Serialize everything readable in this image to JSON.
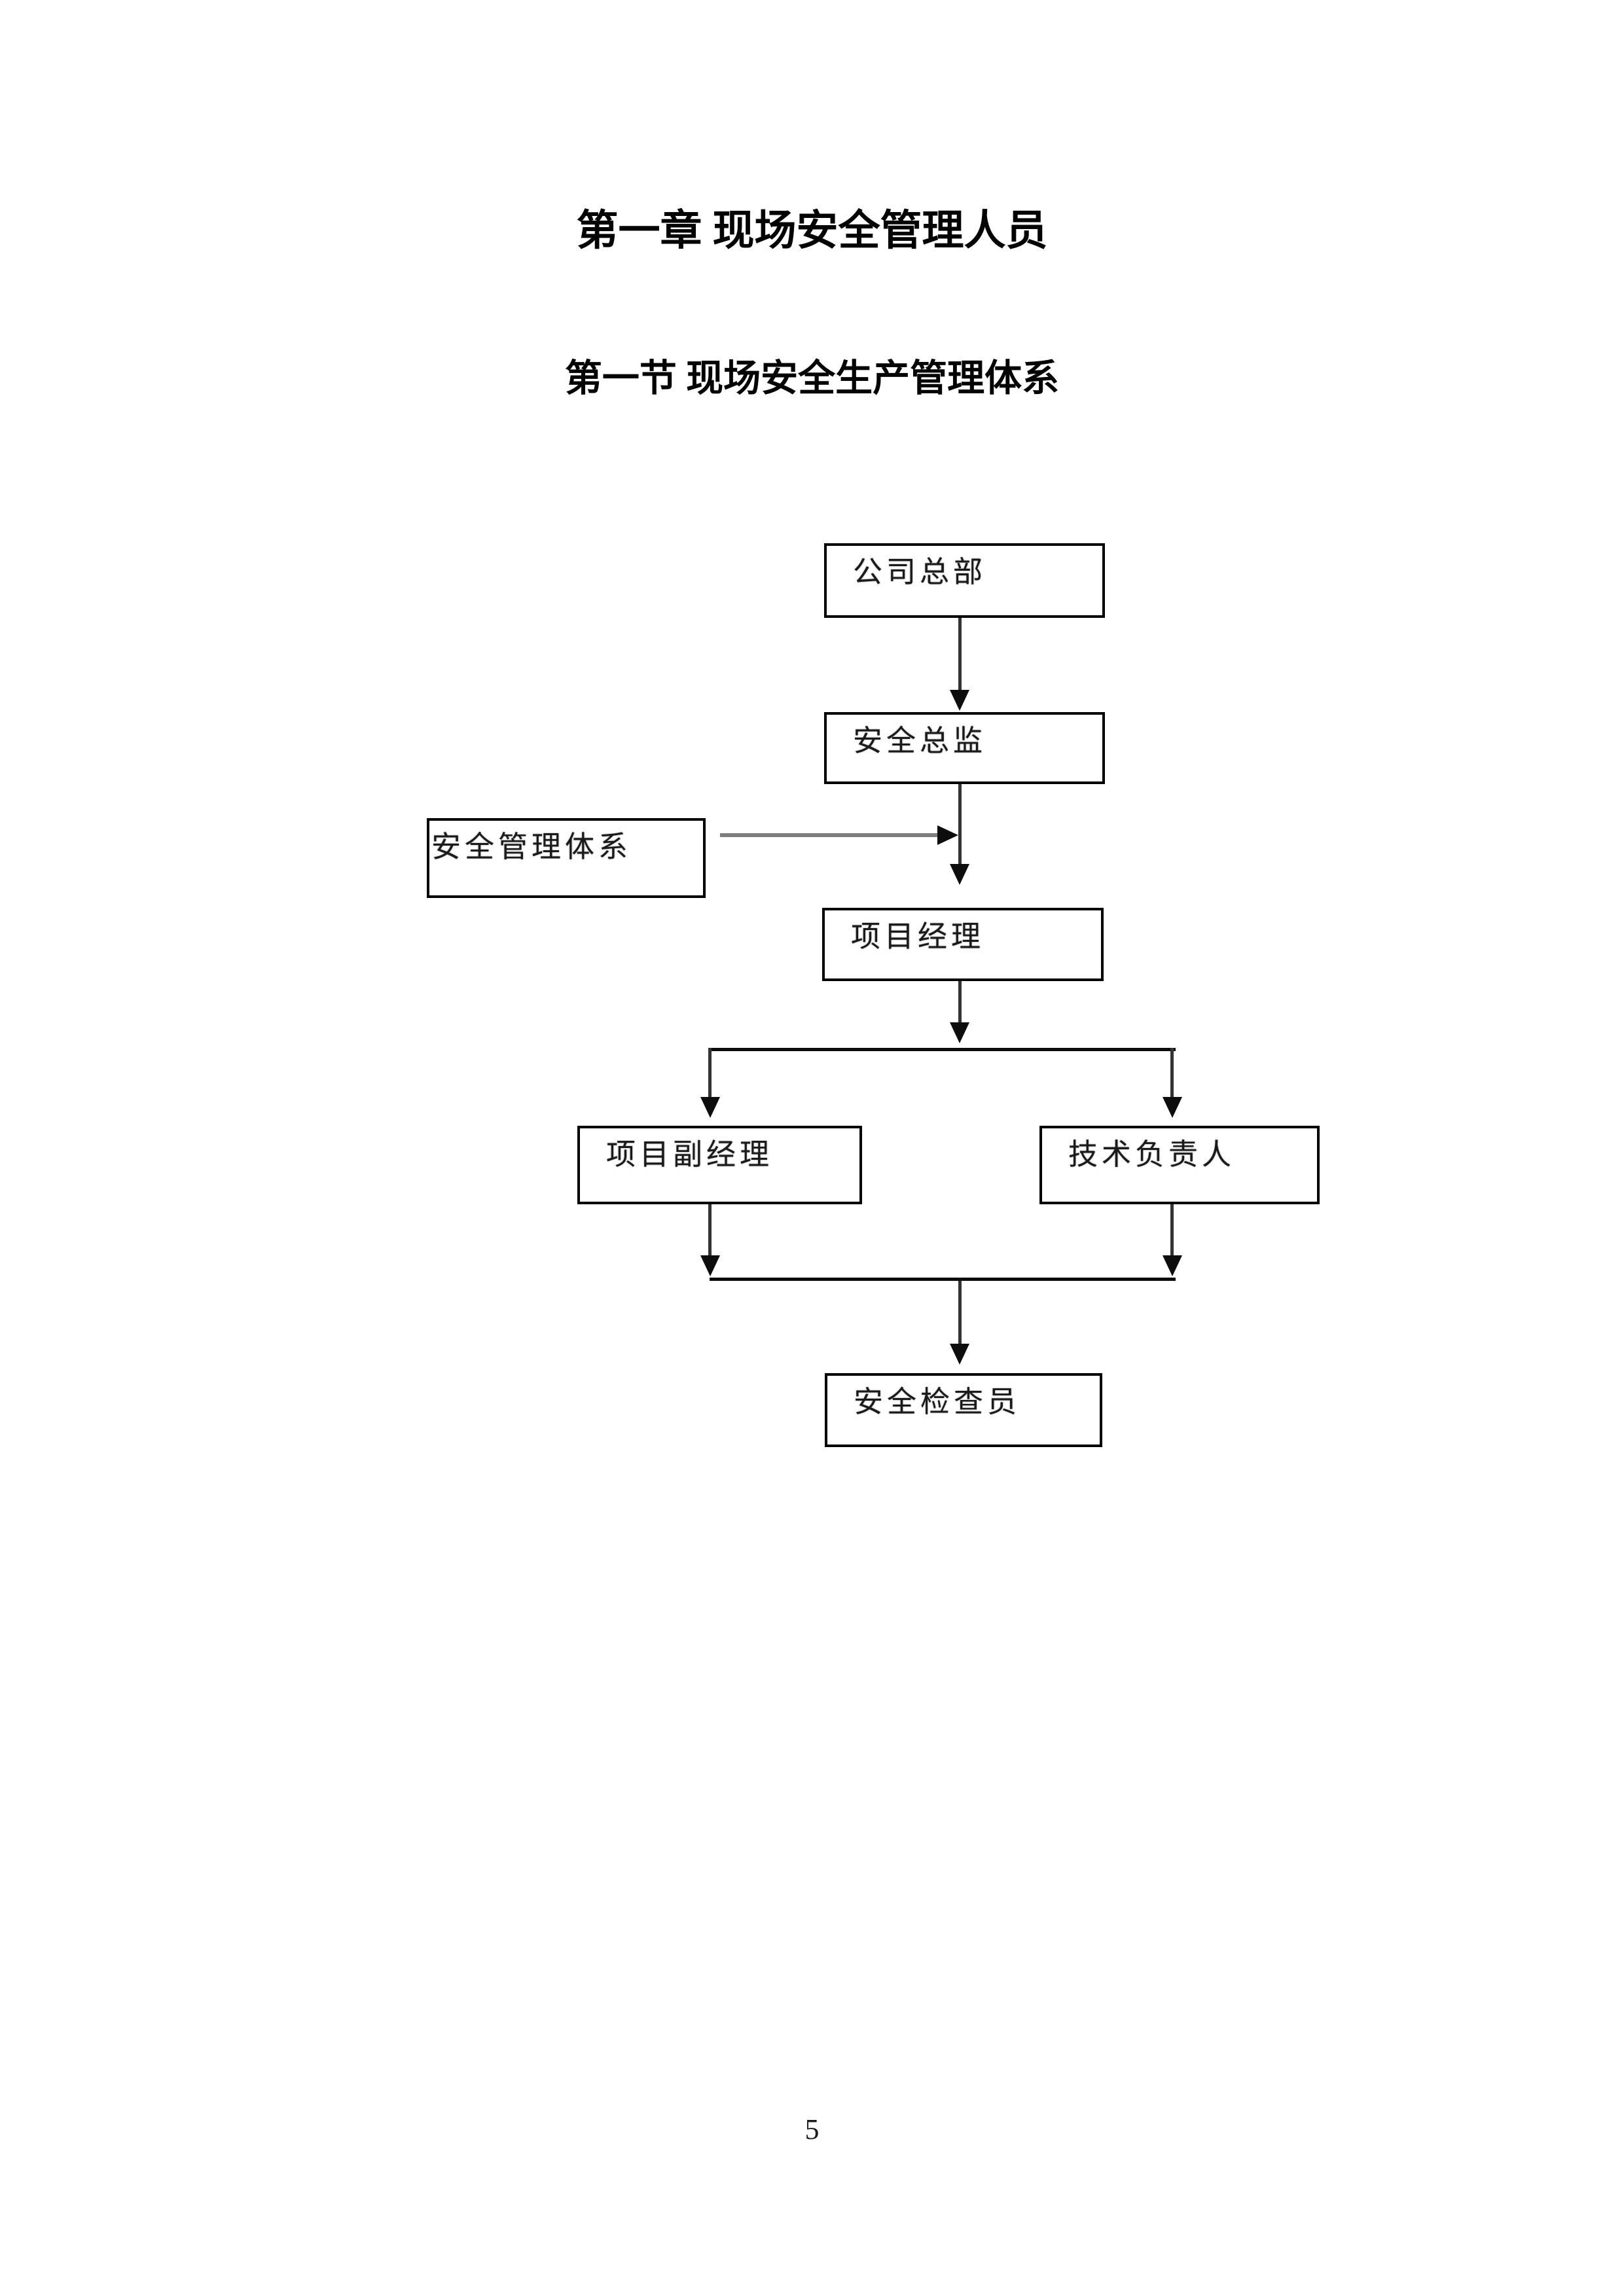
{
  "document": {
    "chapter_heading": "第一章 现场安全管理人员",
    "section_heading": "第一节 现场安全生产管理体系",
    "page_number": "5"
  },
  "flowchart": {
    "nodes": [
      {
        "id": "company-hq",
        "label": "公司总部"
      },
      {
        "id": "safety-director",
        "label": "安全总监"
      },
      {
        "id": "safety-management-system",
        "label": "安全管理体系"
      },
      {
        "id": "project-manager",
        "label": "项目经理"
      },
      {
        "id": "deputy-project-manager",
        "label": "项目副经理"
      },
      {
        "id": "technical-director",
        "label": "技术负责人"
      },
      {
        "id": "safety-inspector",
        "label": "安全检查员"
      }
    ],
    "edges": [
      {
        "from": "公司总部",
        "to": "安全总监"
      },
      {
        "from": "安全总监",
        "to": "项目经理"
      },
      {
        "from": "安全管理体系",
        "to": "项目经理"
      },
      {
        "from": "项目经理",
        "to": "项目副经理"
      },
      {
        "from": "项目经理",
        "to": "技术负责人"
      },
      {
        "from": "项目副经理",
        "to": "安全检查员"
      },
      {
        "from": "技术负责人",
        "to": "安全检查员"
      }
    ]
  },
  "colors": {
    "background": "#ffffff",
    "box_border": "#000000",
    "connector_dark": "#333333",
    "connector_gray": "#7d7d7d",
    "text": "#1a1a1a"
  }
}
